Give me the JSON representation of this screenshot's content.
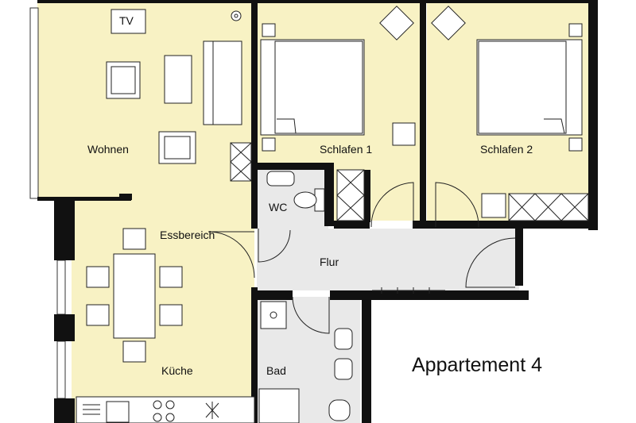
{
  "rooms": {
    "tv": "TV",
    "wohnen": "Wohnen",
    "schlafen1": "Schlafen 1",
    "schlafen2": "Schlafen 2",
    "wc": "WC",
    "essbereich": "Essbereich",
    "flur": "Flur",
    "bad": "Bad",
    "kueche": "Küche"
  },
  "apartment_name": "Appartement 4",
  "colors": {
    "room_fill": "#f8f2c4",
    "hallway_fill": "#e9e9e9",
    "wall": "#111111"
  }
}
